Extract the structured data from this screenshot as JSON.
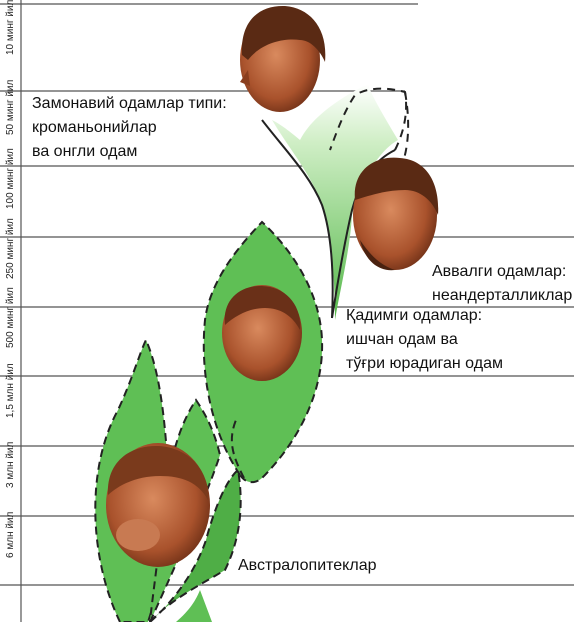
{
  "time_scale": [
    "10 минг йил",
    "50 минг йил",
    "100 минг йил",
    "250 минг йил",
    "500 минг йил",
    "1,5 млн йил",
    "3 млн йил",
    "6 млн йил"
  ],
  "groups": {
    "modern": {
      "lines": [
        "Замонавий одамлар типи:",
        "кроманьонийлар",
        "ва онгли одам"
      ]
    },
    "neanderthal": {
      "lines": [
        "Аввалги одамлар:",
        "неандерталликлар"
      ]
    },
    "ancient": {
      "lines": [
        "Қадимги одамлар:",
        "ишчан одам ва",
        "тўғри юрадиган одам"
      ]
    },
    "australopithecus": {
      "lines": [
        "Австралопитеклар"
      ]
    }
  },
  "icons": [
    "modern-human-head-icon",
    "neanderthal-head-icon",
    "ancient-human-head-icon",
    "australopithecus-head-icon"
  ],
  "colors": {
    "leaf_fill": "#5fbf55",
    "leaf_light": "#d9f0d2",
    "outline": "#222222",
    "skin": "#b0552e",
    "hair": "#5a2a14"
  }
}
